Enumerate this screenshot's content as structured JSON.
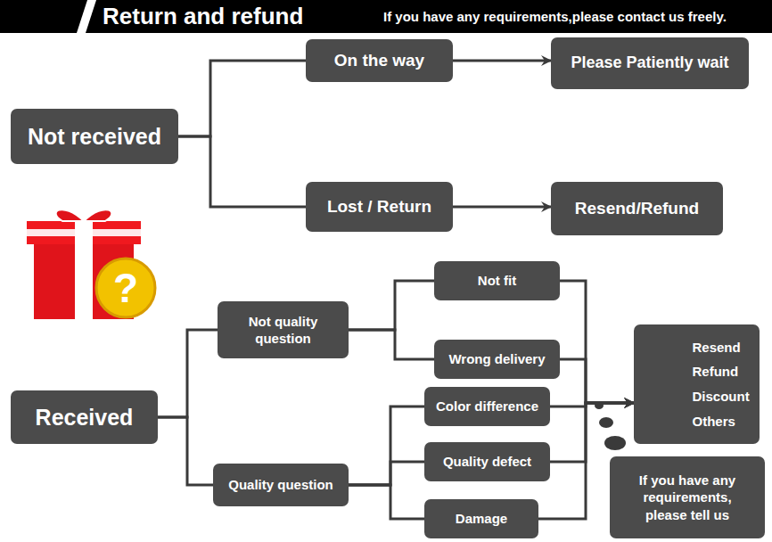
{
  "diagram": {
    "title": "Return and refund",
    "nodes": [
      {
        "text": [
          "Not received"
        ]
      },
      {
        "text": [
          "On the way"
        ]
      },
      {
        "text": [
          "Please Patiently wait"
        ]
      },
      {
        "text": [
          "Lost / Return"
        ]
      },
      {
        "text": [
          "Resend/Refund"
        ]
      },
      {
        "text": [
          "Not quality question"
        ]
      },
      {
        "text": [
          "Not fit"
        ]
      },
      {
        "text": [
          "Wrong delivery"
        ]
      },
      {
        "text": [
          "Received"
        ]
      },
      {
        "text": [
          "Color difference"
        ]
      },
      {
        "text": [
          "Resend Refund Discount Others"
        ]
      },
      {
        "text": [
          "Quality question"
        ]
      },
      {
        "text": [
          "Quality defect"
        ]
      },
      {
        "text": [
          "Damage"
        ]
      },
      {
        "text": [
          "If you have any requirements, please tell us"
        ]
      }
    ],
    "edges": [
      {
        "from": 0,
        "to": 1,
        "arrow": "none"
      },
      {
        "from": 0,
        "to": 3,
        "arrow": "none"
      },
      {
        "from": 1,
        "to": 2,
        "arrow": "to"
      },
      {
        "from": 3,
        "to": 4,
        "arrow": "to"
      },
      {
        "from": 8,
        "to": 5,
        "arrow": "none"
      },
      {
        "from": 8,
        "to": 11,
        "arrow": "none"
      },
      {
        "from": 5,
        "to": 6,
        "arrow": "none"
      },
      {
        "from": 5,
        "to": 7,
        "arrow": "none"
      },
      {
        "from": 11,
        "to": 9,
        "arrow": "none"
      },
      {
        "from": 11,
        "to": 12,
        "arrow": "none"
      },
      {
        "from": 11,
        "to": 13,
        "arrow": "none"
      },
      {
        "from": 6,
        "to": 10,
        "arrow": "to"
      },
      {
        "from": 7,
        "to": 10,
        "arrow": "to"
      },
      {
        "from": 9,
        "to": 10,
        "arrow": "to"
      },
      {
        "from": 12,
        "to": 10,
        "arrow": "to"
      },
      {
        "from": 13,
        "to": 10,
        "arrow": "to"
      }
    ],
    "labels": [
      "If you have any requirements,please contact us freely.",
      "?"
    ]
  }
}
